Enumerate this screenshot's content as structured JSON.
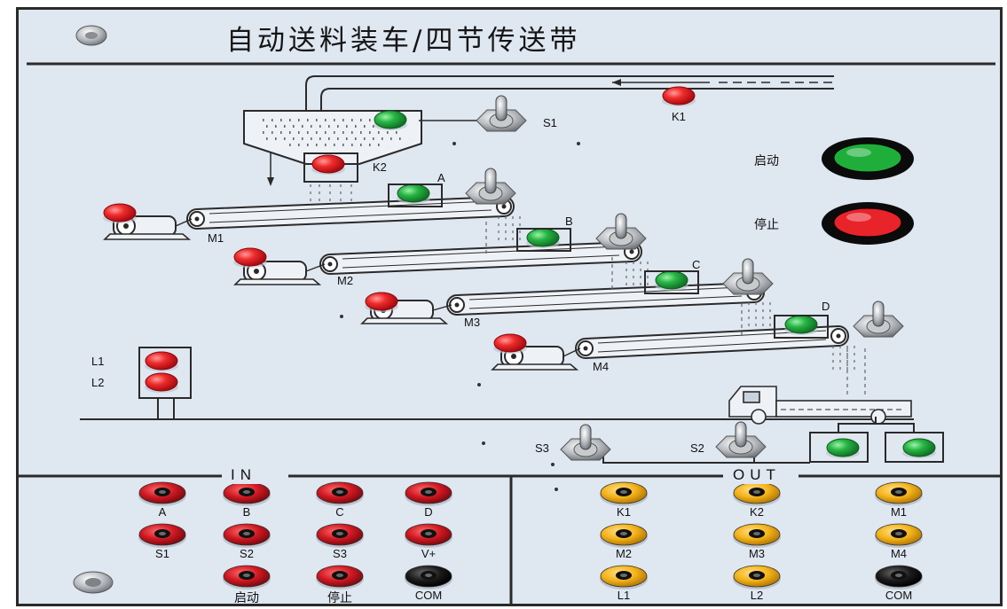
{
  "panel": {
    "title": "自动送料装车/四节传送带",
    "colors": {
      "board": "#dfe7f1",
      "line": "#2a2a2a",
      "led_red": "#e8232a",
      "led_green": "#1fae3a",
      "jack_red": "#c4141e",
      "jack_yellow": "#f3b318",
      "jack_black": "#151515"
    }
  },
  "diagram": {
    "feed_switch": "S1",
    "feed_indicator": "K1",
    "hopper_valve": "K2",
    "start_button": "启动",
    "stop_button": "停止",
    "belt_sensors": [
      "A",
      "B",
      "C",
      "D"
    ],
    "motors": [
      "M1",
      "M2",
      "M3",
      "M4"
    ],
    "level_lights": [
      "L1",
      "L2"
    ],
    "truck_switches": [
      "S3",
      "S2"
    ]
  },
  "io": {
    "in_label": "IN",
    "out_label": "OUT",
    "in_jacks": [
      {
        "label": "A",
        "color": "red"
      },
      {
        "label": "B",
        "color": "red"
      },
      {
        "label": "C",
        "color": "red"
      },
      {
        "label": "D",
        "color": "red"
      },
      {
        "label": "S1",
        "color": "red"
      },
      {
        "label": "S2",
        "color": "red"
      },
      {
        "label": "S3",
        "color": "red"
      },
      {
        "label": "V+",
        "color": "red"
      },
      {
        "label": "启动",
        "color": "red"
      },
      {
        "label": "停止",
        "color": "red"
      },
      {
        "label": "COM",
        "color": "black"
      }
    ],
    "out_jacks": [
      {
        "label": "K1",
        "color": "yellow"
      },
      {
        "label": "K2",
        "color": "yellow"
      },
      {
        "label": "M1",
        "color": "yellow"
      },
      {
        "label": "M2",
        "color": "yellow"
      },
      {
        "label": "M3",
        "color": "yellow"
      },
      {
        "label": "M4",
        "color": "yellow"
      },
      {
        "label": "L1",
        "color": "yellow"
      },
      {
        "label": "L2",
        "color": "yellow"
      },
      {
        "label": "COM",
        "color": "black"
      }
    ]
  }
}
